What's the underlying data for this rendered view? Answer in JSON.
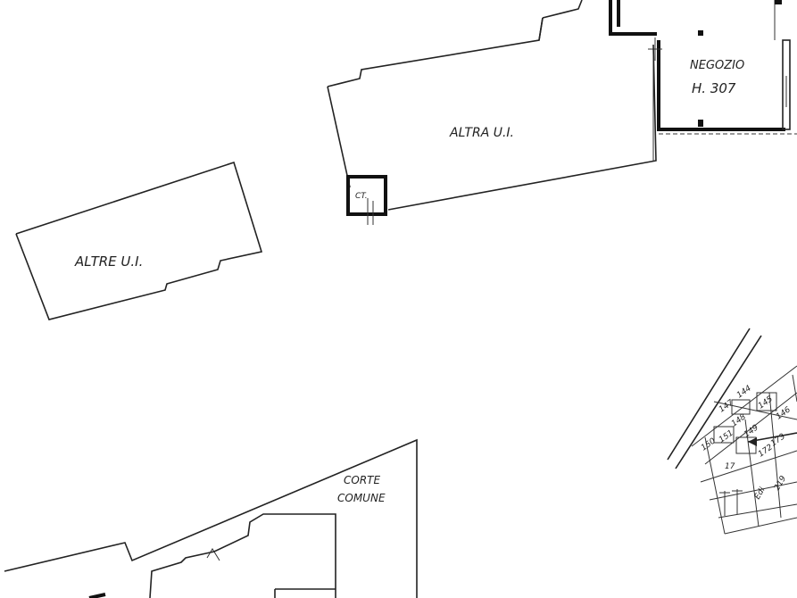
{
  "labels": {
    "negozio": "NEGOZIO",
    "negozio_height": "H. 307",
    "altra_ui": "ALTRA U.I.",
    "ct": "CT.",
    "altre_ui": "ALTRE U.I.",
    "corte": "CORTE",
    "comune": "COMUNE"
  },
  "staircase_marks": [
    "144",
    "145",
    "146",
    "147",
    "148",
    "149",
    "150",
    "151",
    "172",
    "173",
    "17",
    "Edi",
    "219"
  ],
  "colors": {
    "ink": "#222222",
    "paper": "#ffffff"
  }
}
